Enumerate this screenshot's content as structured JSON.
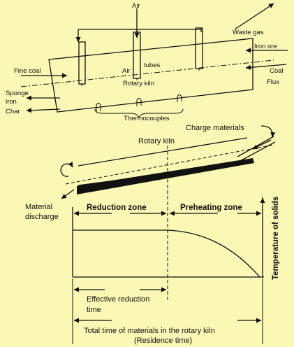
{
  "top": {
    "air": "Air",
    "waste_gas": "Waste gas",
    "iron_ore": "Iron ore",
    "fine_coal": "Fine coal",
    "air_tubes_1": "Air",
    "air_tubes_2": "tubes",
    "coal": "Coal",
    "flux": "Flux",
    "rotary_kiln": "Rotary kiln",
    "sponge": "Sponge",
    "iron": "iron",
    "char": "Char",
    "thermocouples": "Thermocouples"
  },
  "kiln": {
    "charge_materials": "Charge materials",
    "rotary_kiln": "Rotary kiln",
    "material": "Material",
    "discharge": "discharge"
  },
  "graph": {
    "reduction_zone": "Reduction zone",
    "preheating_zone": "Preheating zone",
    "temperature_of_solids": "Temperature of solids",
    "effective_1": "Effective reduction",
    "effective_2": "time",
    "total_1": "Total time of materials in the rotary kiln",
    "total_2": "(Residence time)"
  }
}
